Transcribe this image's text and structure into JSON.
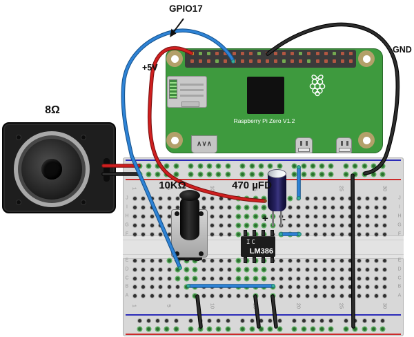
{
  "labels": {
    "gpio17": "GPIO17",
    "supply_5v": "+5V",
    "ground": "GND",
    "speaker_impedance": "8Ω",
    "potentiometer_value": "10KΩ",
    "capacitor_value": "470 µFD",
    "capacitor_plus": "+",
    "capacitor_minus": "-",
    "ic_designator": "IC",
    "ic_part_number": "LM386",
    "pi_board_title": "Raspberry Pi Zero V1.2",
    "hdmi_port_glyph": "∧∨∧"
  },
  "breadboard": {
    "columns": 30,
    "column_numbers": [
      "1",
      "5",
      "10",
      "15",
      "20",
      "25",
      "30"
    ],
    "numbered_columns": [
      1,
      5,
      10,
      15,
      20,
      25,
      30
    ],
    "row_letters_top": [
      "J",
      "I",
      "H",
      "G",
      "F"
    ],
    "row_letters_bottom": [
      "E",
      "D",
      "C",
      "B",
      "A"
    ],
    "green_holes": {
      "J": [
        [
          13,
          17
        ],
        [
          19,
          19
        ]
      ],
      "I": [
        [
          13,
          17
        ]
      ],
      "H": [
        [
          13,
          17
        ]
      ],
      "G": [
        [
          13,
          17
        ]
      ],
      "F": [
        [
          13,
          16
        ],
        [
          18,
          20
        ]
      ],
      "E": [
        [
          5,
          8
        ],
        [
          13,
          16
        ]
      ],
      "D": [
        [
          6,
          8
        ],
        [
          13,
          16
        ]
      ],
      "C": [
        [
          6,
          8
        ],
        [
          13,
          16
        ]
      ],
      "B": [
        [
          7,
          8
        ],
        [
          13,
          17
        ]
      ],
      "A": [
        [
          8,
          8
        ],
        [
          15,
          15
        ],
        [
          17,
          17
        ]
      ]
    },
    "rail_green_rows": {
      "top": [
        true,
        true
      ],
      "bottom": [
        false,
        true
      ]
    }
  },
  "pi_header": {
    "pin_colors_top": "oggrrrrrgrrrrgrrrgrr",
    "pin_colors_bottom": "rrrgrrrrrrrgrrgrrrrr",
    "legend": {
      "r": "#b25742",
      "g": "#74aa50",
      "o": "#c8862e"
    }
  },
  "colors": {
    "pi_board_green": "#3e9a3e",
    "wire_red": "#cf1f1f",
    "wire_blue": "#2e83d6",
    "wire_black": "#2d2d2d",
    "wire_end_teal": "#35b0a0",
    "rail_line_blue": "#2b2bb8",
    "rail_line_red": "#cc2a2a",
    "hole_green": "#3e8a43",
    "capacitor_body_indigo": "#23205a",
    "breadboard_body": "#d8d8d8"
  }
}
